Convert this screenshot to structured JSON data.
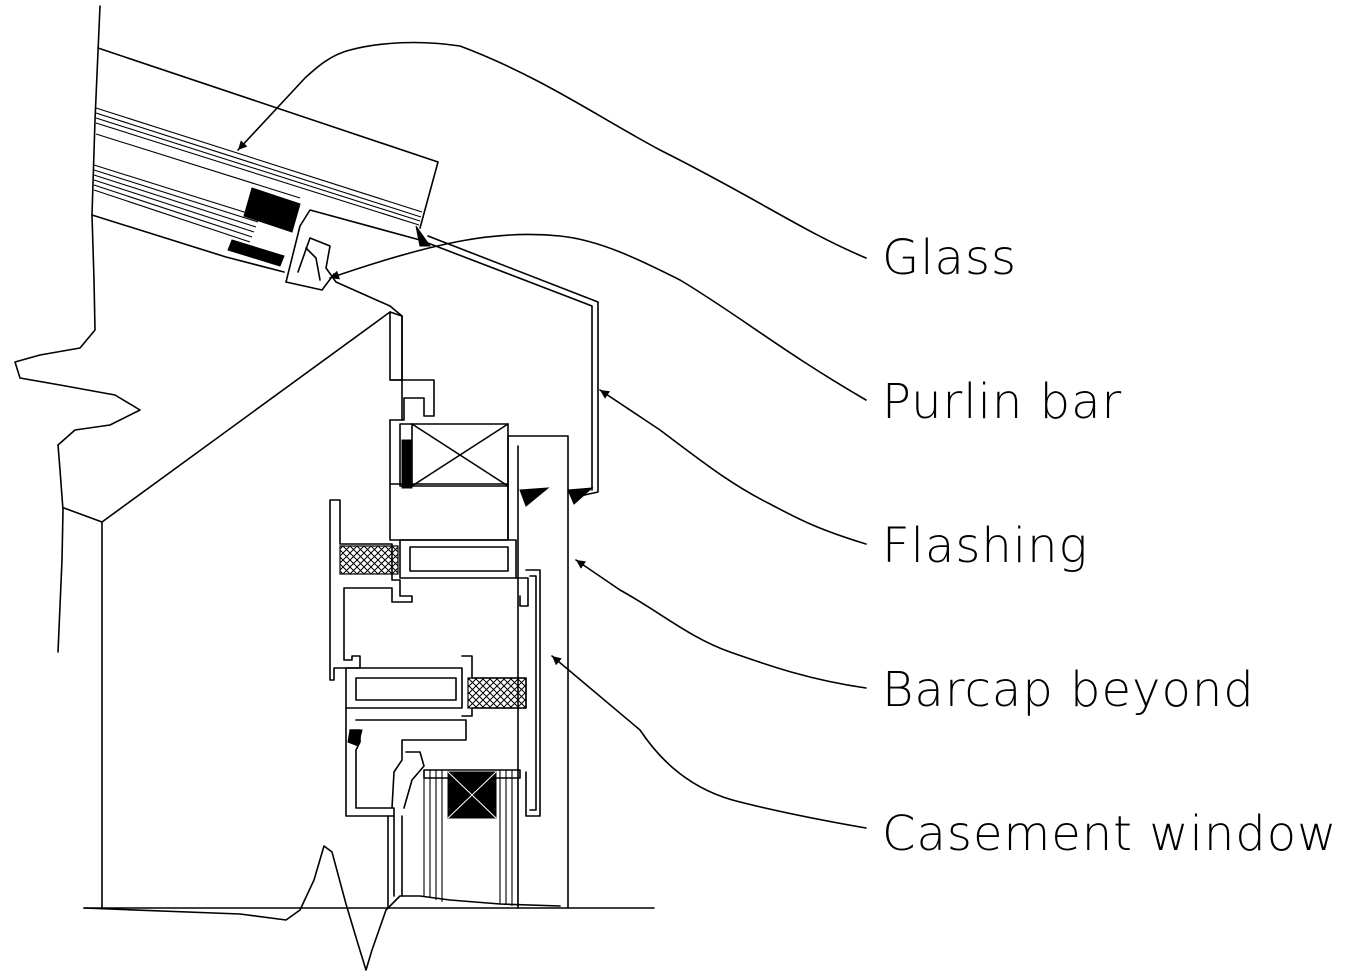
{
  "diagram": {
    "labels": {
      "glass": "Glass",
      "purlin_bar": "Purlin bar",
      "flashing": "Flashing",
      "barcap_beyond": "Barcap beyond",
      "casement_window": "Casement window"
    },
    "colors": {
      "line": "#000000",
      "background": "#ffffff"
    }
  }
}
